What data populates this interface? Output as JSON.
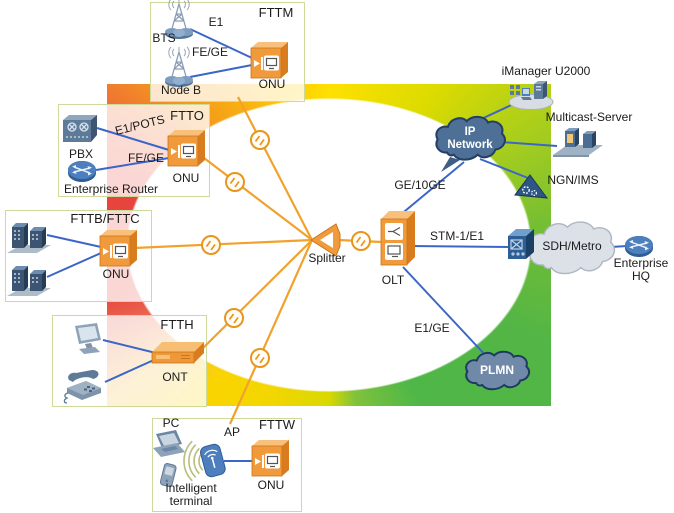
{
  "colors": {
    "fiber_orange": "#F0A22C",
    "link_blue": "#3A66C8",
    "device_orange": "#F09A3C",
    "ring_red": "#E8443E",
    "ring_orange": "#F49B1B",
    "ring_yellow": "#FFE000",
    "ring_green": "#52B747",
    "box_border": "#CDDA9A",
    "ip_cloud_blue": "#4E7096",
    "plmn_cloud_blue": "#7089A8",
    "sdh_cloud_gray": "#DCE1E8"
  },
  "fttm": {
    "title": "FTTM",
    "client1": "BTS",
    "link1": "E1",
    "client2": "Node B",
    "link2": "FE/GE",
    "device": "ONU"
  },
  "ftto": {
    "title": "FTTO",
    "client1": "PBX",
    "link1": "E1/POTS",
    "client2": "Enterprise Router",
    "link2": "FE/GE",
    "device": "ONU"
  },
  "fttb": {
    "title": "FTTB/FTTC",
    "device": "ONU"
  },
  "ftth": {
    "title": "FTTH",
    "device": "ONT"
  },
  "fttw": {
    "title": "FTTW",
    "client1": "PC",
    "client2": "AP",
    "client3": "Intelligent terminal",
    "device": "ONU"
  },
  "core": {
    "splitter": "Splitter",
    "olt": "OLT"
  },
  "links": {
    "olt_ip": "GE/10GE",
    "olt_sdh": "STM-1/E1",
    "olt_plmn": "E1/GE"
  },
  "clouds": {
    "ip_network": "IP Network",
    "sdh_metro": "SDH/Metro",
    "plmn": "PLMN"
  },
  "nodes": {
    "imanager": "iManager U2000",
    "multicast": "Multicast-Server",
    "ngn": "NGN/IMS",
    "enterprise_hq": "Enterprise HQ"
  }
}
